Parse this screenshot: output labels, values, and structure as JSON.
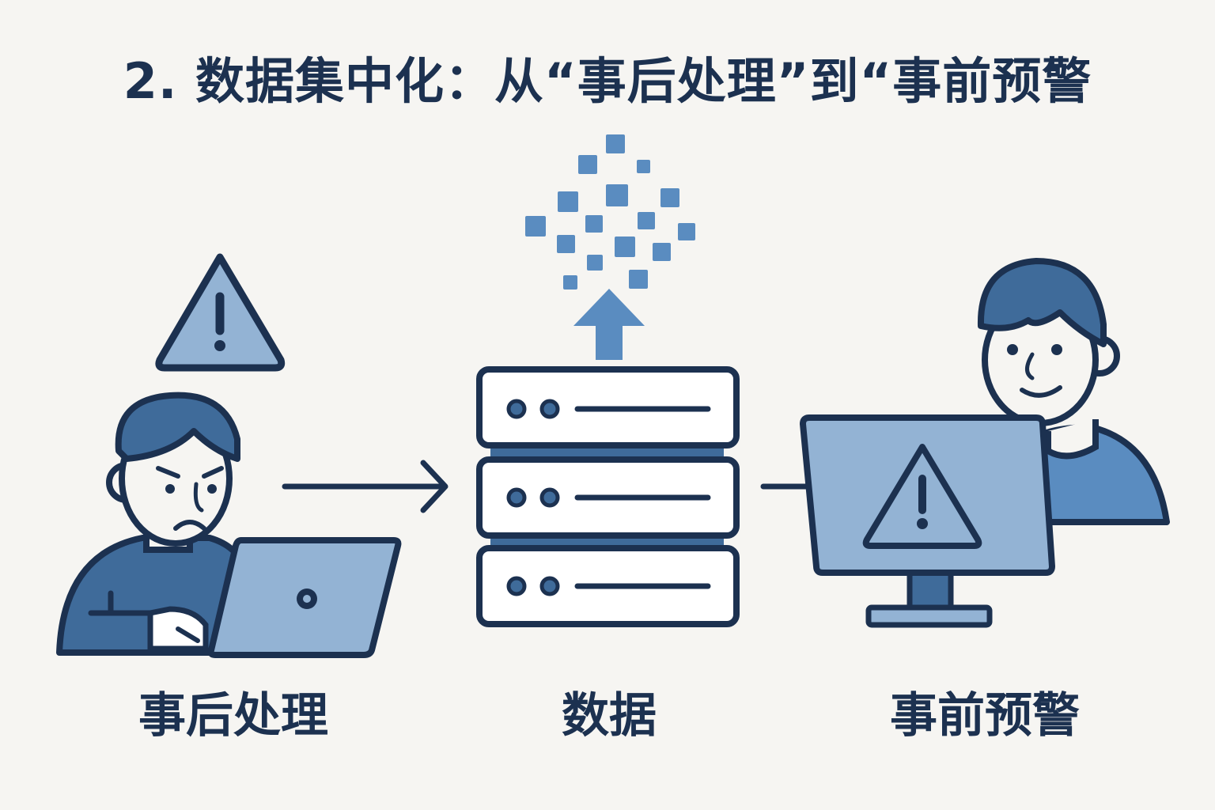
{
  "title": "2. 数据集中化：从“事后处理”到“事前预警",
  "labels": {
    "left": "事后处理",
    "center": "数据",
    "right": "事前预警"
  },
  "icons": [
    "warning-icon",
    "worried-person-icon",
    "laptop-icon",
    "arrow-right-icon",
    "server-stack-icon",
    "upload-arrow-icon",
    "data-particles-icon",
    "monitor-icon",
    "smiling-person-icon"
  ],
  "colors": {
    "outline": "#1c3150",
    "dark_blue": "#3f6b9a",
    "mid_blue": "#5a8cc0",
    "light_blue": "#93b3d4",
    "background": "#f6f5f2"
  }
}
